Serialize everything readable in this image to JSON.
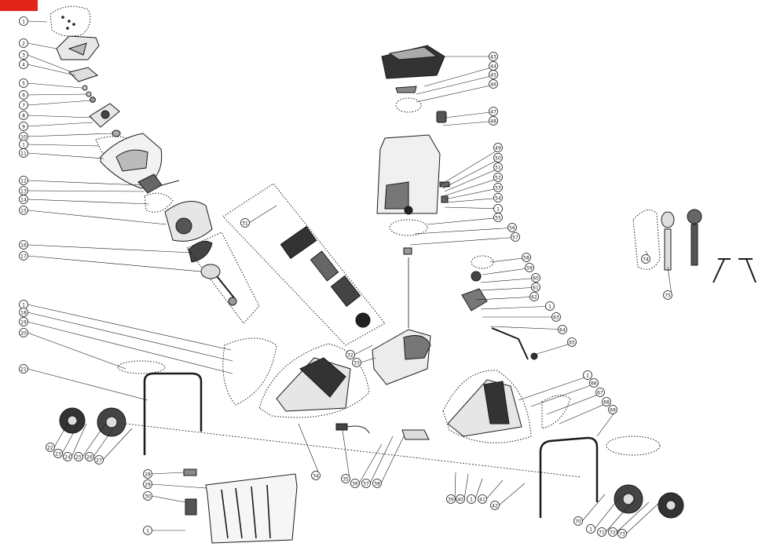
{
  "badge": {
    "text": "",
    "color": "#e2231a"
  },
  "callouts": [
    {
      "id": "c1",
      "label": "1"
    },
    {
      "id": "c2",
      "label": "2"
    },
    {
      "id": "c3",
      "label": "3"
    },
    {
      "id": "c4",
      "label": "4"
    },
    {
      "id": "c5",
      "label": "5"
    },
    {
      "id": "c6",
      "label": "6"
    },
    {
      "id": "c7",
      "label": "7"
    },
    {
      "id": "c8",
      "label": "8"
    },
    {
      "id": "c9",
      "label": "9"
    },
    {
      "id": "c10",
      "label": "10"
    },
    {
      "id": "c11",
      "label": "1"
    },
    {
      "id": "c12",
      "label": "11"
    },
    {
      "id": "c13",
      "label": "12"
    },
    {
      "id": "c14",
      "label": "13"
    },
    {
      "id": "c15",
      "label": "14"
    },
    {
      "id": "c16",
      "label": "15"
    },
    {
      "id": "c17",
      "label": "16"
    },
    {
      "id": "c18",
      "label": "17"
    },
    {
      "id": "c19",
      "label": "1"
    },
    {
      "id": "c20",
      "label": "18"
    },
    {
      "id": "c21",
      "label": "19"
    },
    {
      "id": "c22",
      "label": "20"
    },
    {
      "id": "c23",
      "label": "21"
    },
    {
      "id": "c24",
      "label": "22"
    },
    {
      "id": "c25",
      "label": "23"
    },
    {
      "id": "c26",
      "label": "24"
    },
    {
      "id": "c27",
      "label": "25"
    },
    {
      "id": "c28",
      "label": "26"
    },
    {
      "id": "c29",
      "label": "27"
    },
    {
      "id": "c30",
      "label": "28"
    },
    {
      "id": "c31",
      "label": "29"
    },
    {
      "id": "c32",
      "label": "30"
    },
    {
      "id": "c33",
      "label": "1"
    },
    {
      "id": "c34",
      "label": "31"
    },
    {
      "id": "c35",
      "label": "32"
    },
    {
      "id": "c36",
      "label": "33"
    },
    {
      "id": "c37",
      "label": "34"
    },
    {
      "id": "c38",
      "label": "35"
    },
    {
      "id": "c39",
      "label": "36"
    },
    {
      "id": "c40",
      "label": "37"
    },
    {
      "id": "c41",
      "label": "38"
    },
    {
      "id": "c42",
      "label": "39"
    },
    {
      "id": "c43",
      "label": "40"
    },
    {
      "id": "c44",
      "label": "1"
    },
    {
      "id": "c45",
      "label": "41"
    },
    {
      "id": "c46",
      "label": "42"
    },
    {
      "id": "c47",
      "label": "43"
    },
    {
      "id": "c48",
      "label": "44"
    },
    {
      "id": "c49",
      "label": "45"
    },
    {
      "id": "c50",
      "label": "46"
    },
    {
      "id": "c51",
      "label": "47"
    },
    {
      "id": "c52",
      "label": "48"
    },
    {
      "id": "c53",
      "label": "49"
    },
    {
      "id": "c54",
      "label": "50"
    },
    {
      "id": "c55",
      "label": "51"
    },
    {
      "id": "c56",
      "label": "52"
    },
    {
      "id": "c57",
      "label": "53"
    },
    {
      "id": "c58",
      "label": "54"
    },
    {
      "id": "c59",
      "label": "1"
    },
    {
      "id": "c60",
      "label": "55"
    },
    {
      "id": "c61",
      "label": "56"
    },
    {
      "id": "c62",
      "label": "57"
    },
    {
      "id": "c63",
      "label": "58"
    },
    {
      "id": "c64",
      "label": "59"
    },
    {
      "id": "c65",
      "label": "60"
    },
    {
      "id": "c66",
      "label": "61"
    },
    {
      "id": "c67",
      "label": "62"
    },
    {
      "id": "c68",
      "label": "1"
    },
    {
      "id": "c69",
      "label": "63"
    },
    {
      "id": "c70",
      "label": "64"
    },
    {
      "id": "c71",
      "label": "65"
    },
    {
      "id": "c72",
      "label": "1"
    },
    {
      "id": "c73",
      "label": "66"
    },
    {
      "id": "c74",
      "label": "67"
    },
    {
      "id": "c75",
      "label": "68"
    },
    {
      "id": "c76",
      "label": "69"
    },
    {
      "id": "c77",
      "label": "70"
    },
    {
      "id": "c78",
      "label": "1"
    },
    {
      "id": "c79",
      "label": "71"
    },
    {
      "id": "c80",
      "label": "72"
    },
    {
      "id": "c81",
      "label": "73"
    },
    {
      "id": "c82",
      "label": "74"
    },
    {
      "id": "c83",
      "label": "75"
    }
  ]
}
